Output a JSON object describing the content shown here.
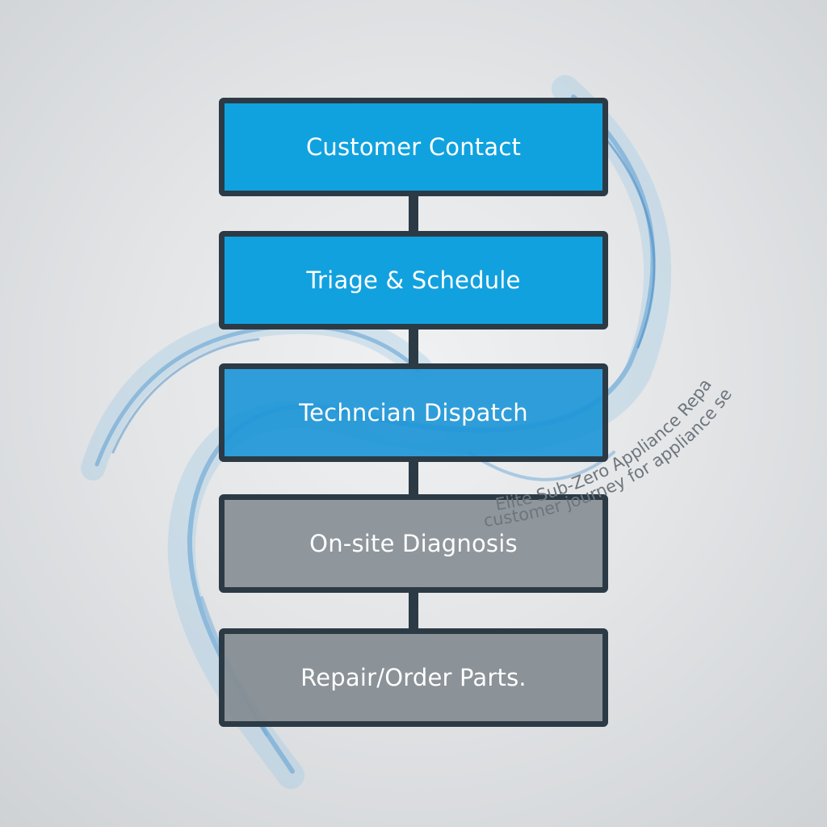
{
  "diagram": {
    "steps": [
      {
        "label": "Customer Contact"
      },
      {
        "label": "Triage & Schedule"
      },
      {
        "label": "Techncian Dispatch"
      },
      {
        "label": "On-site Diagnosis"
      },
      {
        "label": "Repair/Order Parts."
      }
    ],
    "caption": {
      "line1": "Elite Sub-Zero Appliance Repair",
      "line2": "customer journey for appliance service"
    },
    "colors": {
      "active_fill": "#10a2df",
      "inactive_fill": "#8a9198",
      "border": "#2c3a45",
      "swirl": "#6aa7d6"
    }
  }
}
